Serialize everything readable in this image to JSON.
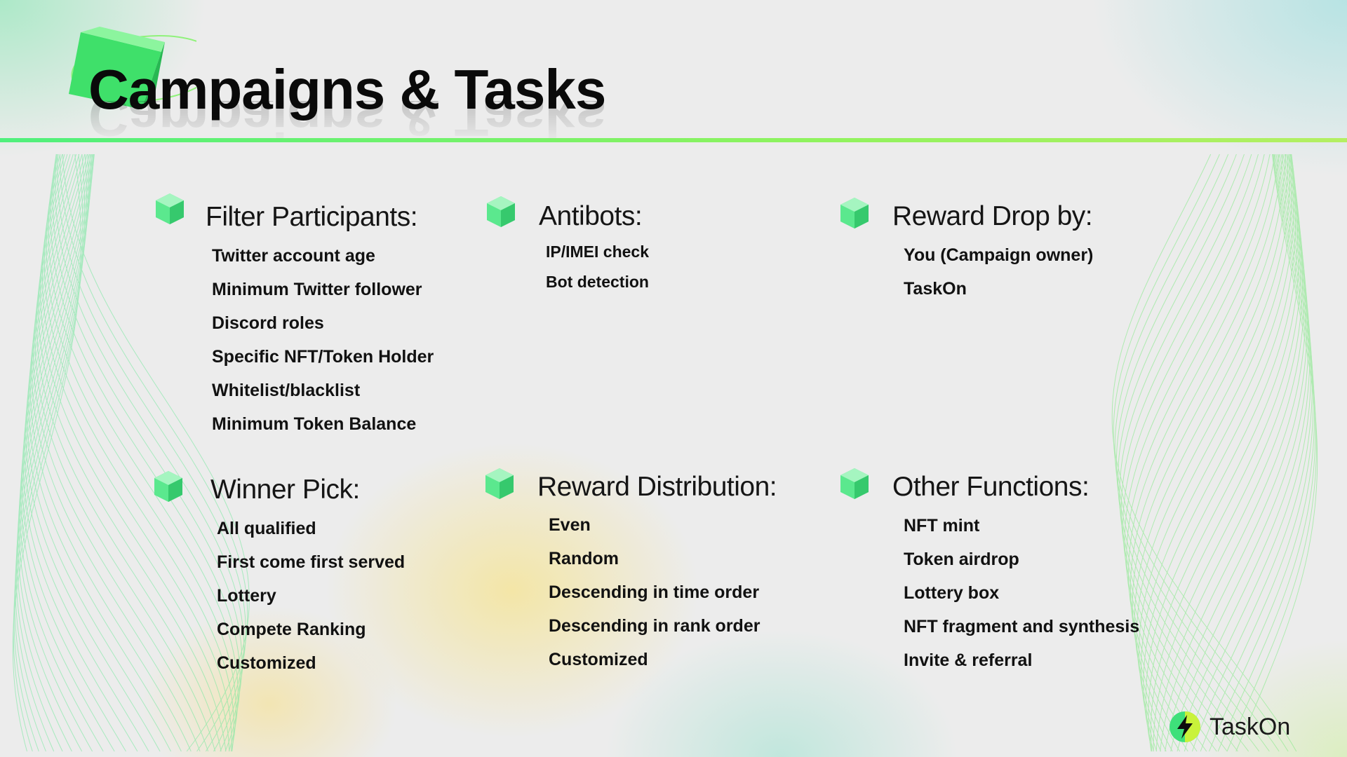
{
  "slide": {
    "title": "Campaigns & Tasks",
    "accent_color": "#4ff07c",
    "bullet_icon": "green-cube-icon"
  },
  "sections": [
    {
      "title": "Filter Participants:",
      "items": [
        "Twitter account age",
        "Minimum Twitter follower",
        "Discord roles",
        "Specific NFT/Token Holder",
        "Whitelist/blacklist",
        "Minimum Token Balance"
      ]
    },
    {
      "title": "Antibots:",
      "items": [
        "IP/IMEI check",
        "Bot detection"
      ]
    },
    {
      "title": "Reward Drop by:",
      "items": [
        "You (Campaign owner)",
        "TaskOn"
      ]
    },
    {
      "title": "Winner Pick:",
      "items": [
        "All qualified",
        "First come first served",
        "Lottery",
        "Compete Ranking",
        "Customized"
      ]
    },
    {
      "title": "Reward Distribution:",
      "items": [
        "Even",
        "Random",
        "Descending in time order",
        "Descending in rank order",
        "Customized"
      ]
    },
    {
      "title": "Other Functions:",
      "items": [
        "NFT mint",
        "Token airdrop",
        "Lottery box",
        "NFT fragment and synthesis",
        "Invite & referral"
      ]
    }
  ],
  "brand": {
    "name": "TaskOn",
    "icon": "taskon-logo-icon"
  }
}
